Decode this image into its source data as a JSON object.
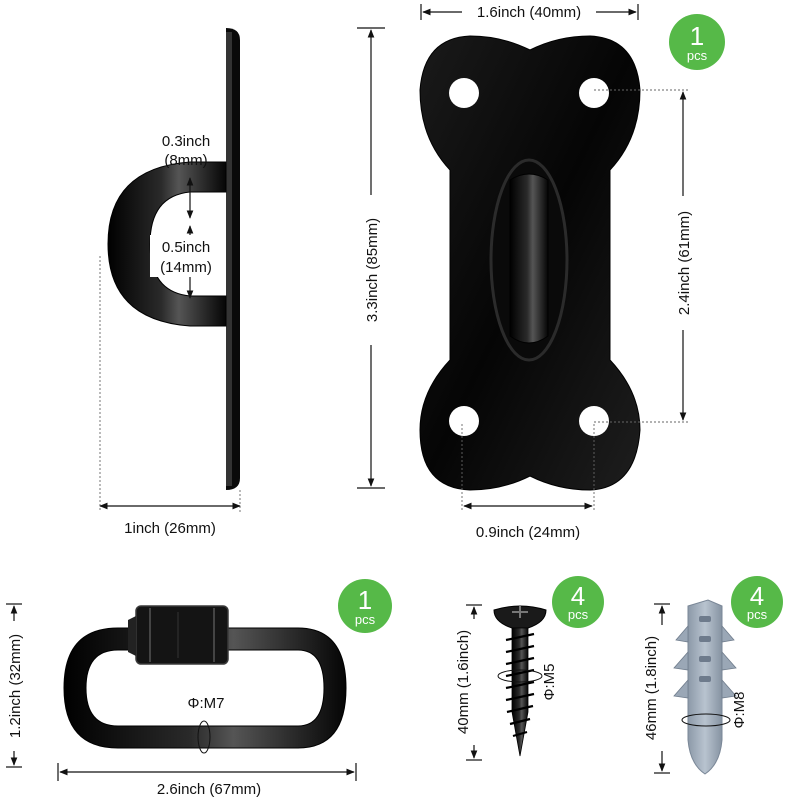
{
  "colors": {
    "badge": "#56b948",
    "metal": "#0d0d0d",
    "anchor": "#a8b4c2"
  },
  "icons": [
    "side-view-plate-hook",
    "front-view-plate",
    "quick-link-carabiner",
    "screw",
    "wall-anchor"
  ],
  "plate_side": {
    "thickness_label_1": "0.3inch",
    "thickness_label_2": "(8mm)",
    "gap_label_1": "0.5inch",
    "gap_label_2": "(14mm)",
    "width_label": "1inch (26mm)",
    "height_label": "3.3inch (85mm)"
  },
  "plate_front": {
    "width_label": "1.6inch (40mm)",
    "hole_v_label": "2.4inch (61mm)",
    "hole_h_label": "0.9inch (24mm)",
    "badge_num": "1",
    "badge_unit": "pcs"
  },
  "quick_link": {
    "height_label": "1.2inch (32mm)",
    "length_label": "2.6inch (67mm)",
    "diameter_label": "Φ:M7",
    "badge_num": "1",
    "badge_unit": "pcs"
  },
  "screw": {
    "length_label": "40mm (1.6inch)",
    "diameter_label": "Φ:M5",
    "badge_num": "4",
    "badge_unit": "pcs"
  },
  "anchor": {
    "length_label": "46mm (1.8inch)",
    "diameter_label": "Φ:M8",
    "badge_num": "4",
    "badge_unit": "pcs"
  }
}
